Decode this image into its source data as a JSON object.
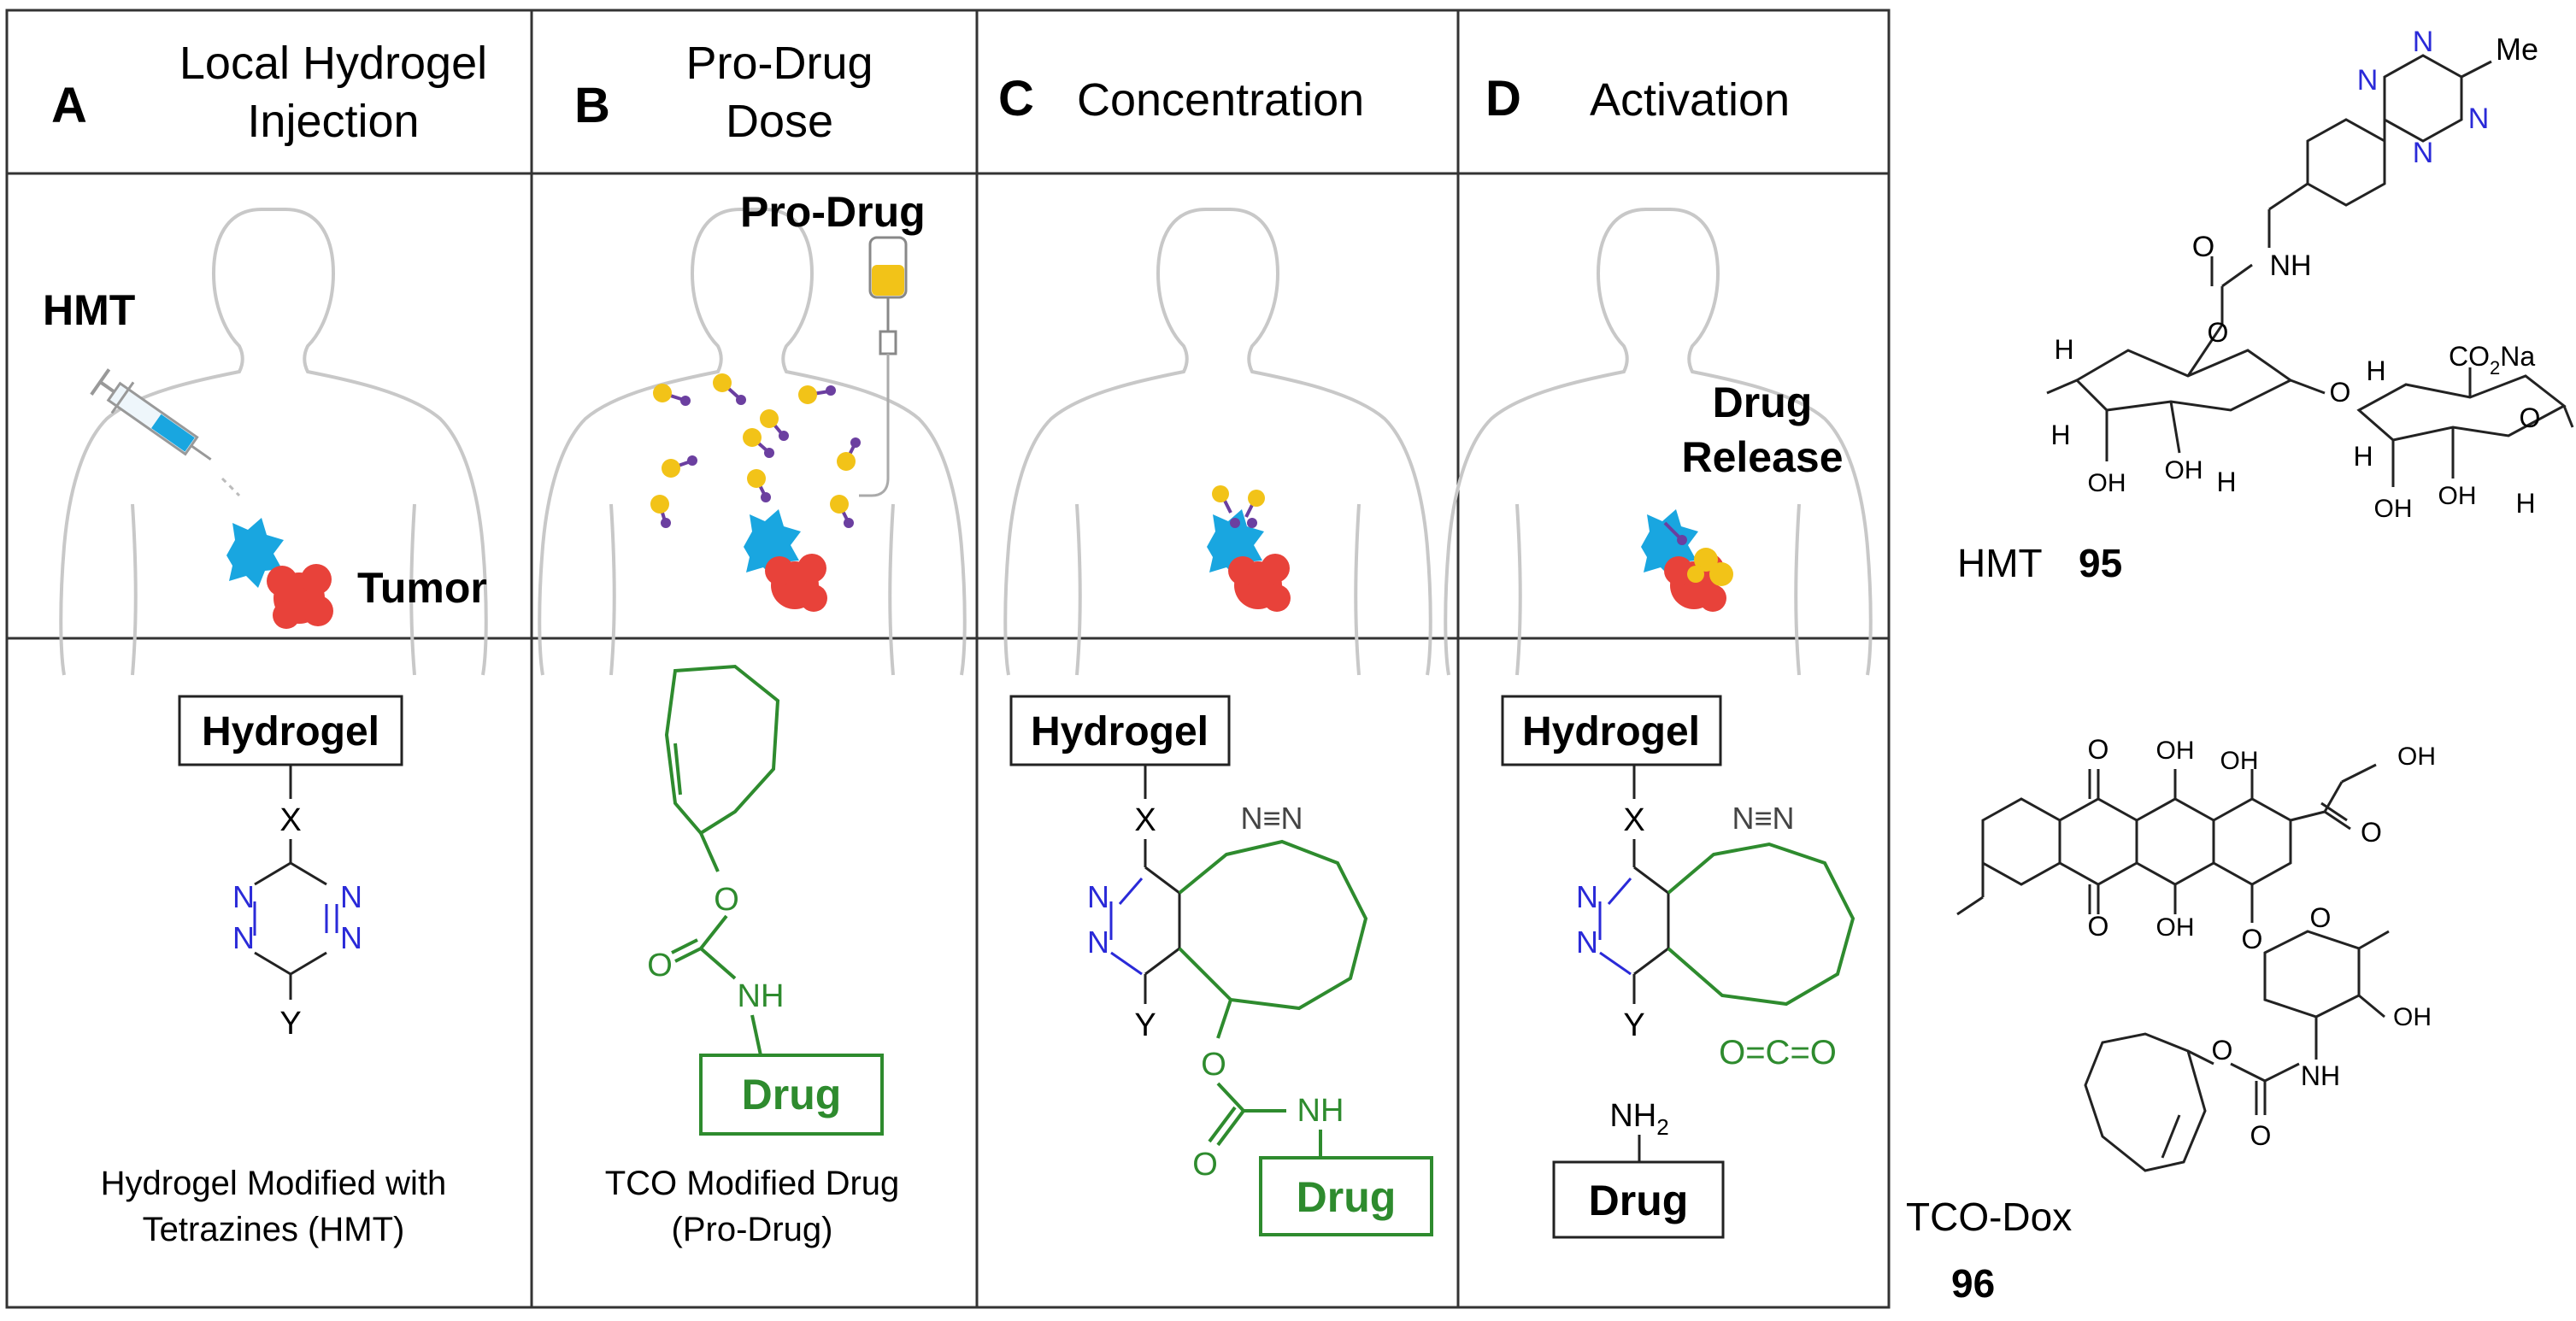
{
  "panels": [
    {
      "letter": "A",
      "title_lines": [
        "Local Hydrogel",
        "Injection"
      ]
    },
    {
      "letter": "B",
      "title_lines": [
        "Pro-Drug",
        "Dose"
      ]
    },
    {
      "letter": "C",
      "title_lines": [
        "Concentration"
      ]
    },
    {
      "letter": "D",
      "title_lines": [
        "Activation"
      ]
    }
  ],
  "body_labels": {
    "hmt": "HMT",
    "tumor": "Tumor",
    "pro_drug": "Pro-Drug",
    "drug_release_1": "Drug",
    "drug_release_2": "Release"
  },
  "chem_labels": {
    "hydrogel": "Hydrogel",
    "drug": "Drug",
    "x": "X",
    "y": "Y",
    "n": "N",
    "nh": "NH",
    "o": "O",
    "nn_gas": "N≡N",
    "co2": "O=C=O",
    "nh2": "NH",
    "sub2": "2"
  },
  "captions": {
    "a_line1": "Hydrogel Modified with",
    "a_line2": "Tetrazines (HMT)",
    "b_line1": "TCO Modified Drug",
    "b_line2": "(Pro-Drug)"
  },
  "right_structures": {
    "hmt_label": "HMT",
    "hmt_number": "95",
    "tco_label": "TCO-Dox",
    "tco_number": "96",
    "me": "Me",
    "co2na": "CO",
    "co2na_sub": "2",
    "co2na_na": "Na",
    "oh": "OH",
    "h": "H",
    "nh": "NH",
    "o": "O",
    "n": "N"
  },
  "colors": {
    "tetrazine": "#2a2ad8",
    "tco": "#2e8b2e",
    "tumor": "#e8423a",
    "star": "#19a6e0",
    "prodrug_head": "#f2c318",
    "prodrug_tail": "#6b3fa0",
    "outline": "#c8c8c8"
  }
}
